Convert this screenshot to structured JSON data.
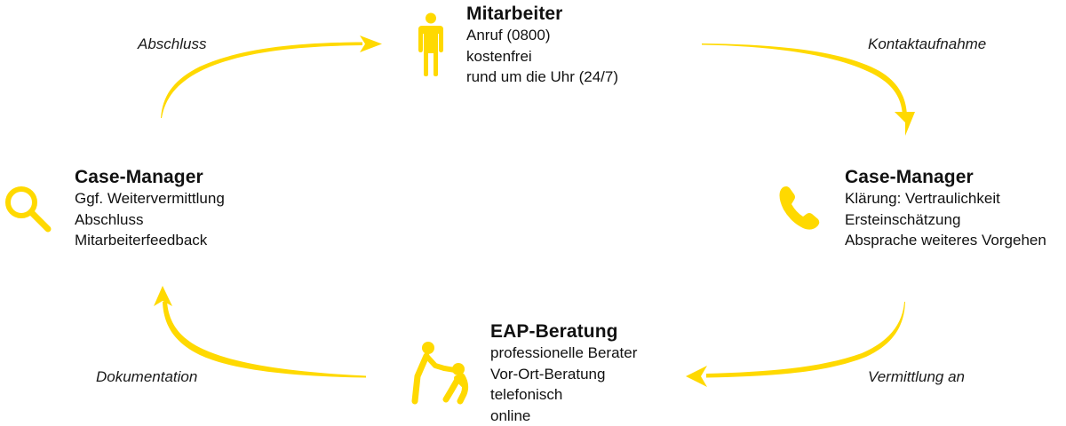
{
  "diagram": {
    "accent_color": "#FFD900",
    "text_color": "#111111",
    "nodes": [
      {
        "id": "mitarbeiter",
        "icon": "person-standing-icon",
        "title": "Mitarbeiter",
        "lines": [
          "Anruf (0800)",
          "kostenfrei",
          "rund um die Uhr (24/7)"
        ]
      },
      {
        "id": "case-manager-right",
        "icon": "phone-icon",
        "title": "Case-Manager",
        "lines": [
          "Klärung: Vertraulichkeit",
          "Ersteinschätzung",
          "Absprache weiteres Vorgehen"
        ]
      },
      {
        "id": "eap-beratung",
        "icon": "helping-person-icon",
        "title": "EAP-Beratung",
        "lines": [
          "professionelle Berater",
          "Vor-Ort-Beratung",
          "telefonisch",
          "online"
        ]
      },
      {
        "id": "case-manager-left",
        "icon": "magnifier-icon",
        "title": "Case-Manager",
        "lines": [
          "Ggf. Weitervermittlung",
          "Abschluss",
          "Mitarbeiterfeedback"
        ]
      }
    ],
    "edges": [
      {
        "from": "mitarbeiter",
        "to": "case-manager-right",
        "label": "Kontaktaufnahme"
      },
      {
        "from": "case-manager-right",
        "to": "eap-beratung",
        "label": "Vermittlung an"
      },
      {
        "from": "eap-beratung",
        "to": "case-manager-left",
        "label": "Dokumentation"
      },
      {
        "from": "case-manager-left",
        "to": "mitarbeiter",
        "label": "Abschluss"
      }
    ]
  }
}
